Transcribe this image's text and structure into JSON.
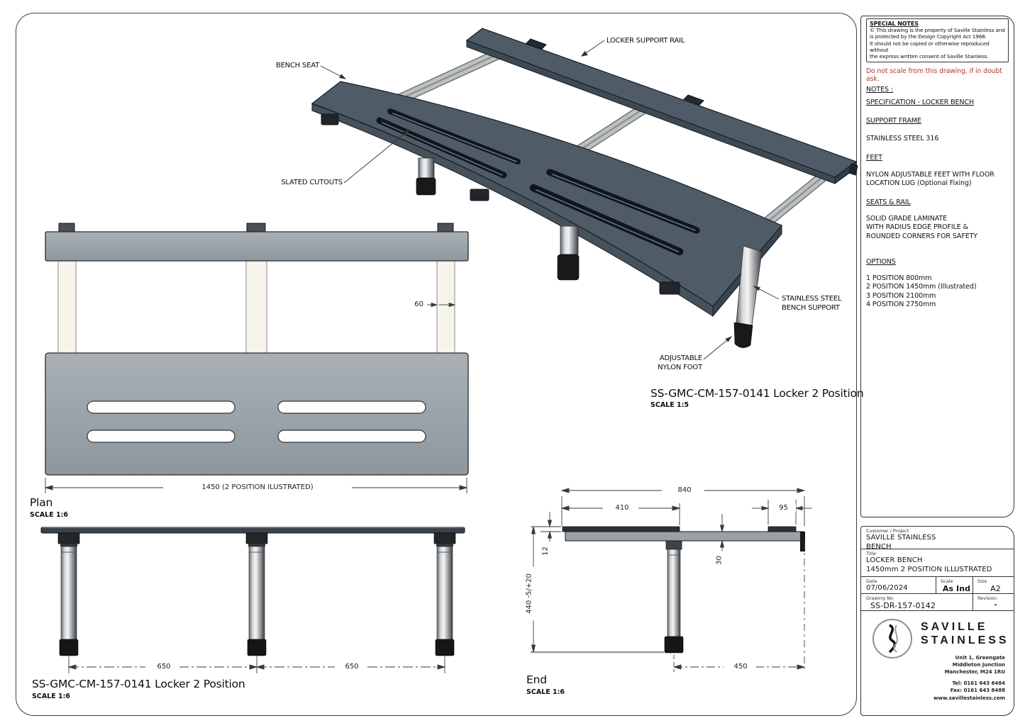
{
  "colors": {
    "warning_red": "#b23a2c",
    "laminate_dark": "#4f5c68",
    "frame_light_gray": "#bec1c2",
    "plan_gray": "#9aa4aa"
  },
  "special_notes": {
    "title": "SPECIAL NOTES",
    "body": "© This drawing is the property of  Saville Stainless and\nis protected by the Design Copyright Act 1968.\nIt should not be copied or otherwise reproduced without\nthe express written consent of Saville Stainless."
  },
  "notes": {
    "warning": "Do not scale from this drawing, if in doubt ask.",
    "heading": "NOTES :",
    "spec_heading": "SPECIFICATION - LOCKER BENCH",
    "support_frame_heading": "SUPPORT FRAME",
    "support_frame_body": "STAINLESS STEEL 316",
    "feet_heading": "FEET",
    "feet_body": "NYLON ADJUSTABLE FEET WITH FLOOR\nLOCATION LUG (Optional Fixing)",
    "seats_heading": "SEATS & RAIL",
    "seats_body": "SOLID GRADE LAMINATE\nWITH RADIUS EDGE PROFILE &\nROUNDED CORNERS FOR SAFETY",
    "options_heading": "OPTIONS",
    "options": [
      "1 POSITION 800mm",
      "2 POSITION 1450mm (Illustrated)",
      "3 POSITION 2100mm",
      "4 POSITION 2750mm"
    ]
  },
  "iso_view": {
    "title": "SS-GMC-CM-157-0141 Locker 2 Position",
    "scale": "SCALE 1:5",
    "labels": {
      "rail": "LOCKER SUPPORT RAIL",
      "seat": "BENCH SEAT",
      "cutouts": "SLATED CUTOUTS",
      "support": "STAINLESS STEEL\nBENCH SUPPORT",
      "foot": "ADJUSTABLE\nNYLON FOOT"
    }
  },
  "plan_view": {
    "title": "Plan",
    "scale": "SCALE 1:6",
    "dim_overall": "1450 (2 POSITION ILUSTRATED)",
    "dim_leg": "60"
  },
  "front_view": {
    "title": "SS-GMC-CM-157-0141 Locker 2 Position",
    "scale": "SCALE 1:6",
    "dim_left": "650",
    "dim_right": "650"
  },
  "end_view": {
    "title": "End",
    "scale": "SCALE 1:6",
    "dim_overall": "840",
    "dim_seat": "410",
    "dim_pad": "95",
    "dim_seat_thickness": "12",
    "dim_rail_thickness": "30",
    "dim_height": "440 -5/+20",
    "dim_foot": "450"
  },
  "title_block": {
    "customer_label": "Customer / Project",
    "customer_line1": "SAVILLE STAINLESS",
    "customer_line2": "BENCH",
    "title_label": "Title",
    "title_line1": "LOCKER BENCH",
    "title_line2": "1450mm 2 POSITION ILLUSTRATED",
    "date_label": "Date",
    "date_value": "07/06/2024",
    "scale_label": "Scale",
    "scale_value": "As Ind",
    "size_label": "Size",
    "size_value": "A2",
    "drawing_no_label": "Drawing No",
    "drawing_no_value": "SS-DR-157-0142",
    "revision_label": "Revision",
    "revision_value": "-",
    "company_line1": "SAVILLE",
    "company_line2": "STAINLESS",
    "address_line1": "Unit 1, Greengate",
    "address_line2": "Middleton Junction",
    "address_line3": "Manchester, M24 1RU",
    "tel": "Tel:  0161 643 8484",
    "fax": "Fax:  0161 643 8488",
    "web": "www.savillestainless.com"
  }
}
